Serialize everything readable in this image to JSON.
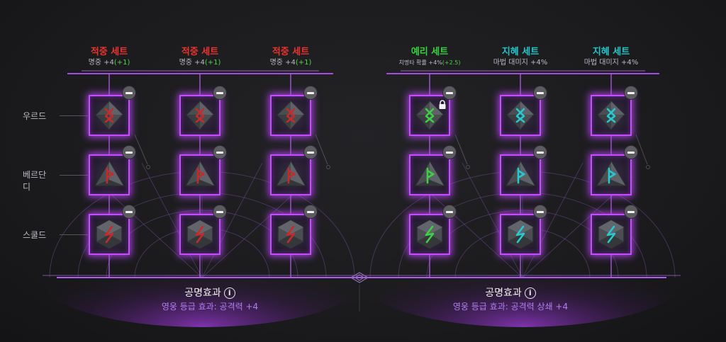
{
  "colors": {
    "red": "#e8332f",
    "green": "#37d13f",
    "cyan": "#23c4c9",
    "purple": "#c64cff"
  },
  "row_labels": [
    "우르드",
    "베르단디",
    "스쿨드"
  ],
  "columns": [
    {
      "title": "적중 세트",
      "effect": "명중 +4",
      "bonus": "(+1)",
      "color": "red",
      "rune_color": "#c62b2b",
      "locked": false
    },
    {
      "title": "적중 세트",
      "effect": "명중 +4",
      "bonus": "(+1)",
      "color": "red",
      "rune_color": "#c62b2b",
      "locked": false
    },
    {
      "title": "적중 세트",
      "effect": "명중 +4",
      "bonus": "(+1)",
      "color": "red",
      "rune_color": "#c62b2b",
      "locked": false
    },
    {
      "title": "예리 세트",
      "effect": "치명타 확률 +4%",
      "bonus": "(+2.5)",
      "color": "green",
      "rune_color": "#3ecf45",
      "locked": true
    },
    {
      "title": "지혜 세트",
      "effect": "마법 대미지 +4%",
      "bonus": "",
      "color": "cyan",
      "rune_color": "#25c9d0",
      "locked": false
    },
    {
      "title": "지혜 세트",
      "effect": "마법 대미지 +4%",
      "bonus": "",
      "color": "cyan",
      "rune_color": "#25c9d0",
      "locked": false
    }
  ],
  "resonance": [
    {
      "title": "공명효과",
      "info_icon": "i",
      "effect": "영웅 등급 효과: 공격력 +4"
    },
    {
      "title": "공명효과",
      "info_icon": "i",
      "effect": "영웅 등급 효과: 공격력 상쇄 +4"
    }
  ]
}
